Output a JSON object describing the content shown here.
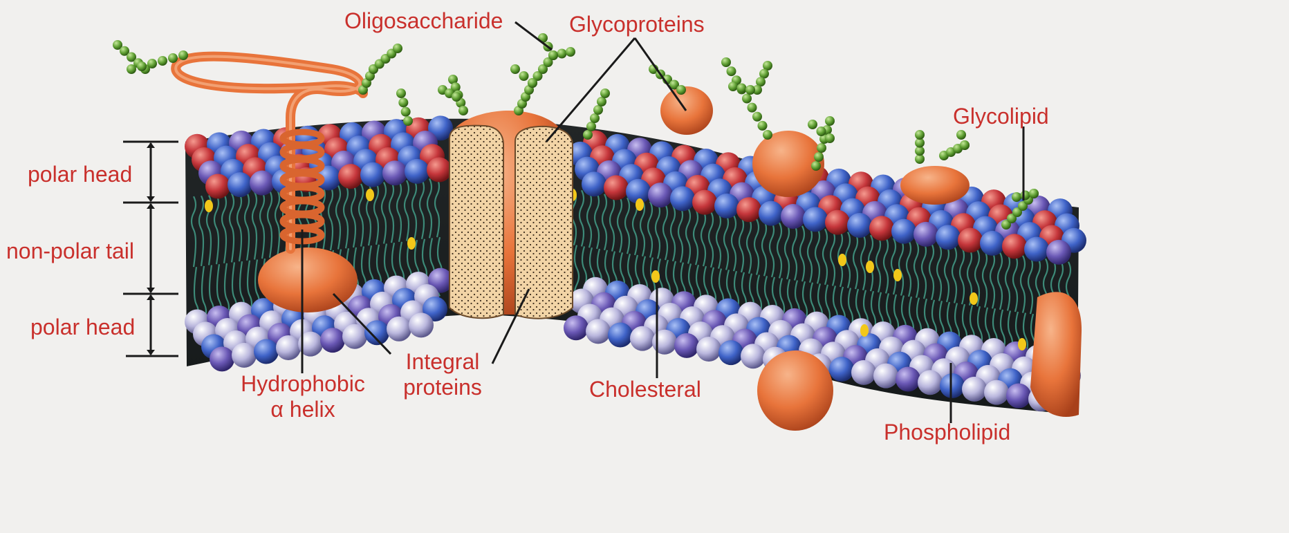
{
  "labels": {
    "oligosaccharide": "Oligosaccharide",
    "glycoproteins": "Glycoproteins",
    "glycolipid": "Glycolipid",
    "polar_head_top": "polar head",
    "non_polar_tail": "non-polar tail",
    "polar_head_bottom": "polar head",
    "hydrophobic_line1": "Hydrophobic",
    "hydrophobic_line2": "α helix",
    "integral_line1": "Integral",
    "integral_line2": "proteins",
    "cholesterol": "Cholesteral",
    "phospholipid": "Phospholipid"
  },
  "colors": {
    "label_red": "#c9302c",
    "label_black": "#1a1a1a",
    "protein_orange": "#e8743b",
    "channel_tan": "#f2d4a6",
    "head_red": "#c5363b",
    "head_blue": "#3f63c8",
    "head_purple": "#6a58b5",
    "head_lavender": "#b9b6dd",
    "tail_teal": "#3d8a78",
    "sugar_green": "#5e9e32",
    "cholesterol_yellow": "#f2c81a",
    "core_dark": "#1c1f20"
  },
  "icons": {
    "hydrophobic_helix": "helix-protein-icon",
    "integral_channel": "channel-protein-icon",
    "glycoprotein": "glycoprotein-icon",
    "glycolipid": "glycolipid-icon",
    "cholesterol": "cholesterol-icon"
  }
}
